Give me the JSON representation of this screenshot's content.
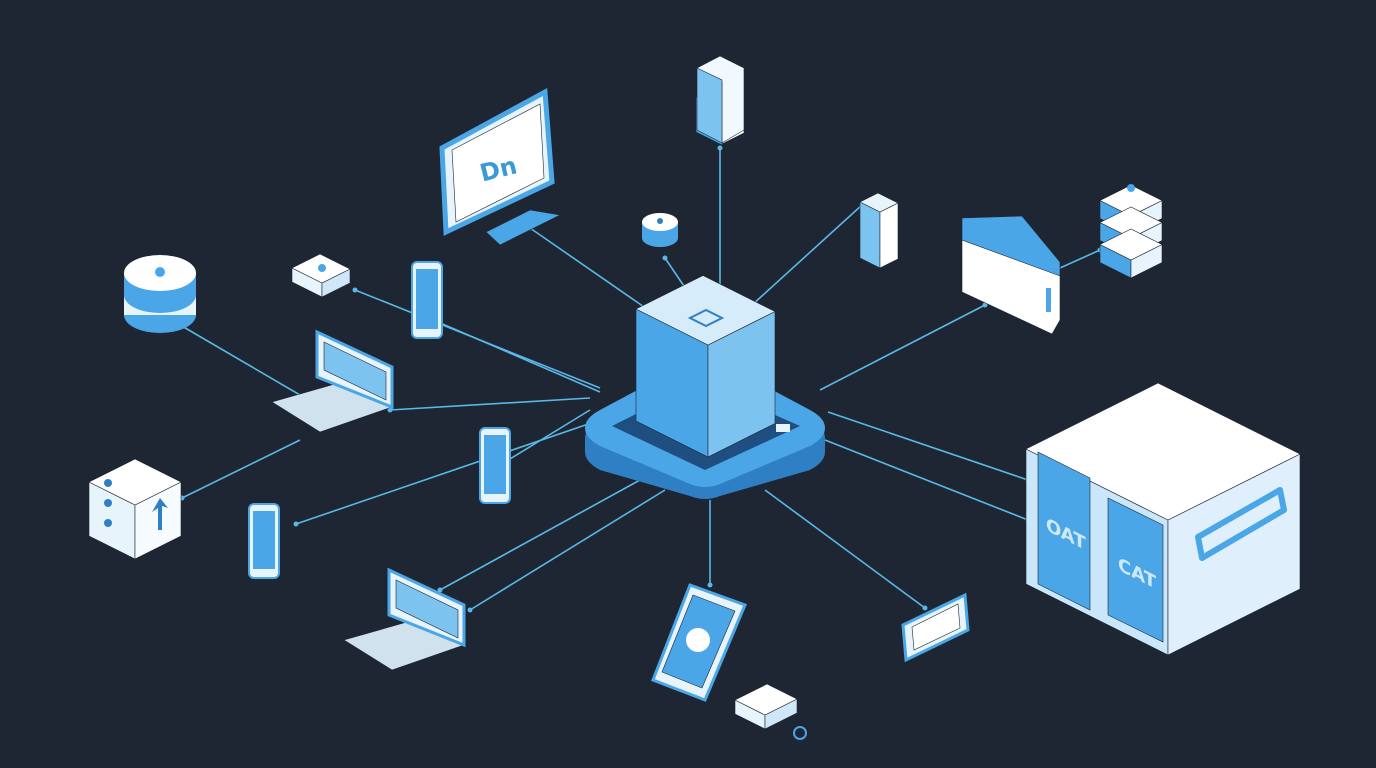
{
  "colors": {
    "background": "#1e2633",
    "link": "#5ab8e8",
    "device_light": "#e8f4fc",
    "device_blue": "#4aa6e6",
    "device_dark": "#2f7fc4"
  },
  "labels": {
    "monitor_screen": "Dn",
    "server_panel_left": "OAT",
    "server_panel_right": "CAT"
  },
  "nodes": [
    {
      "id": "central-hub",
      "icon": "cube-hub-icon"
    },
    {
      "id": "desktop-monitor",
      "icon": "monitor-icon"
    },
    {
      "id": "tower-server",
      "icon": "tower-server-icon"
    },
    {
      "id": "sensor",
      "icon": "cylinder-sensor-icon"
    },
    {
      "id": "slim-server",
      "icon": "slim-server-icon"
    },
    {
      "id": "server-stack",
      "icon": "server-stack-icon"
    },
    {
      "id": "wall-unit",
      "icon": "wall-unit-icon"
    },
    {
      "id": "datacenter-server",
      "icon": "datacenter-icon"
    },
    {
      "id": "router",
      "icon": "router-icon"
    },
    {
      "id": "phone-top",
      "icon": "smartphone-icon"
    },
    {
      "id": "disk-stack",
      "icon": "disk-icon"
    },
    {
      "id": "laptop-left",
      "icon": "laptop-icon"
    },
    {
      "id": "phone-middle",
      "icon": "smartphone-icon"
    },
    {
      "id": "upload-box",
      "icon": "upload-box-icon"
    },
    {
      "id": "phone-left",
      "icon": "smartphone-icon"
    },
    {
      "id": "laptop-bottom",
      "icon": "laptop-icon"
    },
    {
      "id": "tablet",
      "icon": "tablet-icon"
    },
    {
      "id": "small-monitor",
      "icon": "monitor-icon"
    },
    {
      "id": "small-router",
      "icon": "router-icon"
    }
  ]
}
